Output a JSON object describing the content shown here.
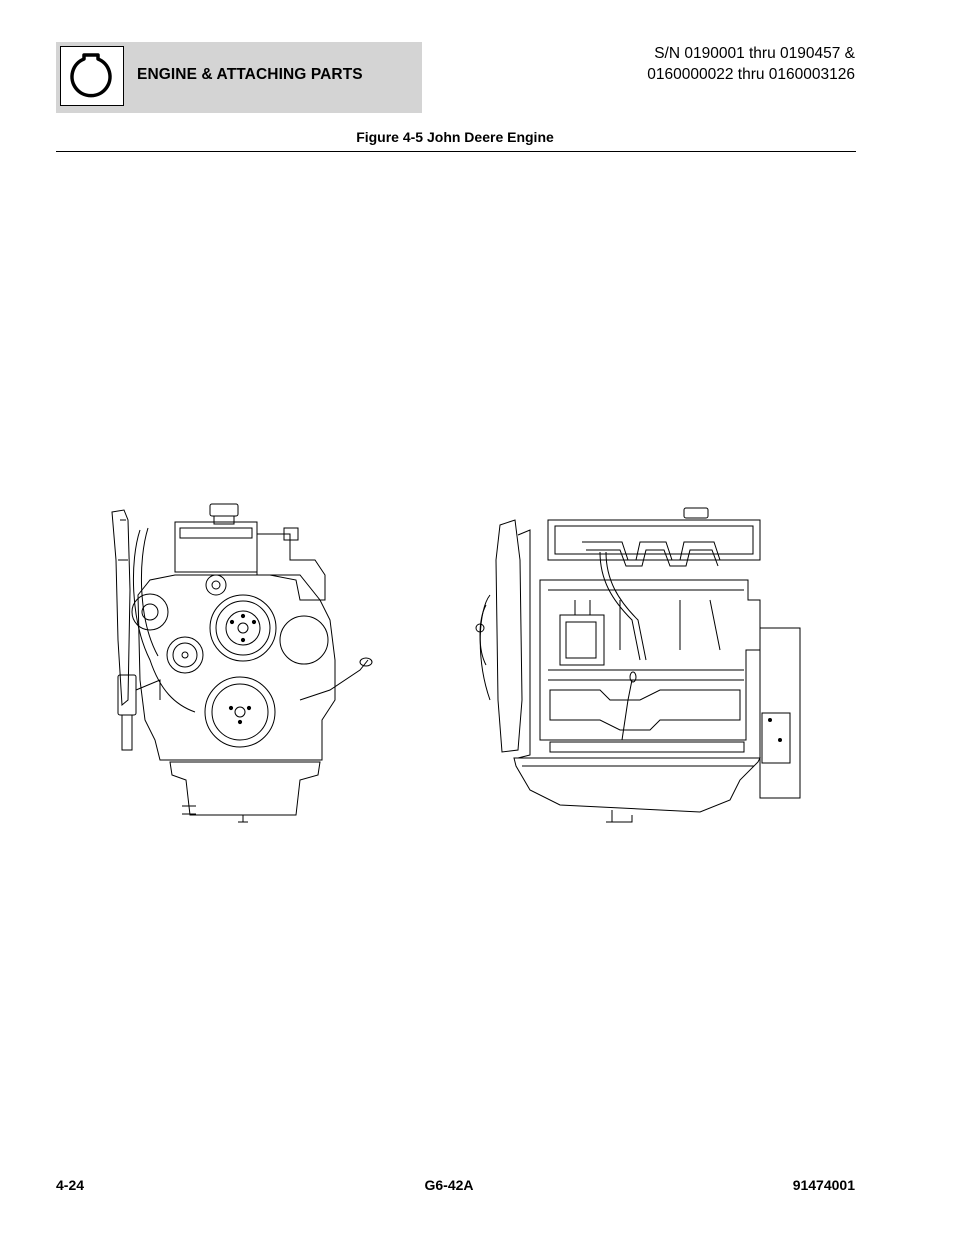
{
  "header": {
    "section_icon": "engine-outline-icon",
    "section_title": "ENGINE & ATTACHING PARTS",
    "serial_line1": "S/N 0190001 thru 0190457 &",
    "serial_line2": "0160000022 thru 0160003126"
  },
  "figure": {
    "caption": "Figure 4-5 John Deere Engine",
    "views": [
      "front-view",
      "side-view"
    ]
  },
  "footer": {
    "page_number": "4-24",
    "model": "G6-42A",
    "part_number": "91474001"
  }
}
